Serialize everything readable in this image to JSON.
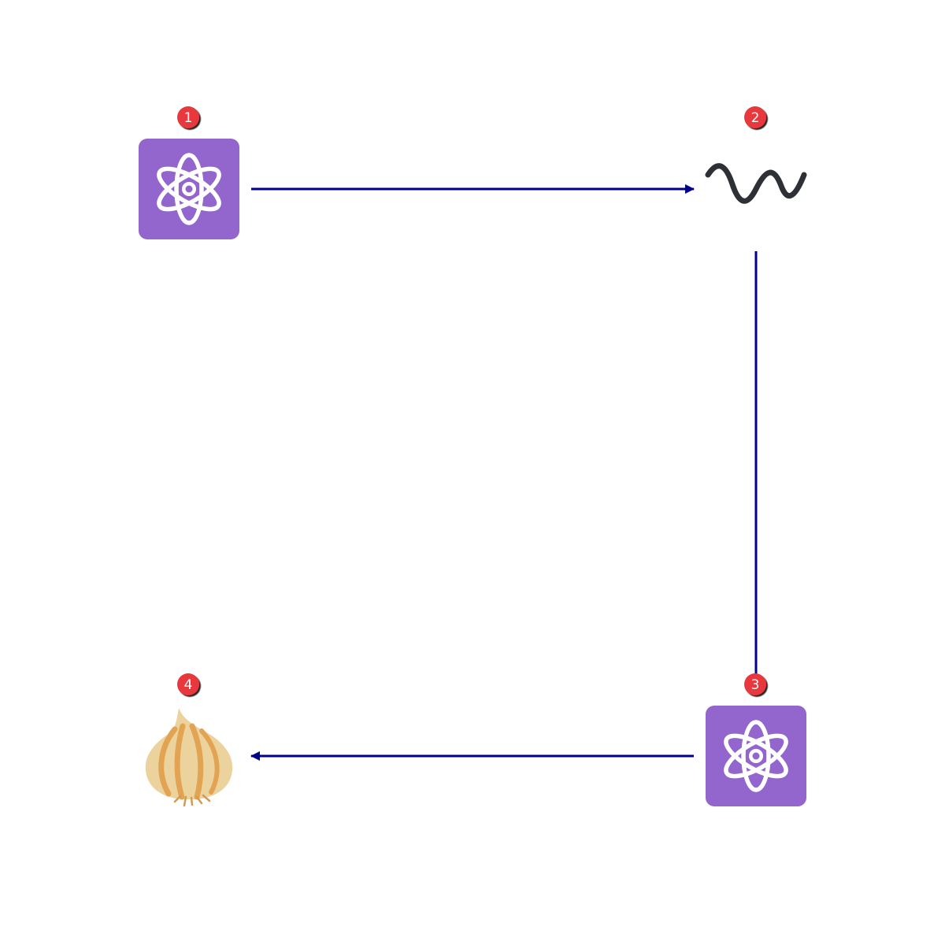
{
  "diagram": {
    "colors": {
      "background": "#ffffff",
      "edge": "#00008b",
      "badge_fill": "#e8383d",
      "badge_text": "#ffffff",
      "tile_purple": "#9266cc",
      "wave_stroke": "#2d3136",
      "onion_light": "#ecd29c",
      "onion_dark": "#e2a452"
    },
    "nodes": [
      {
        "id": "node-1",
        "badge": "1",
        "icon": "atom-icon"
      },
      {
        "id": "node-2",
        "badge": "2",
        "icon": "wave-icon"
      },
      {
        "id": "node-3",
        "badge": "3",
        "icon": "atom-icon"
      },
      {
        "id": "node-4",
        "badge": "4",
        "icon": "onion-icon"
      }
    ],
    "edges": [
      {
        "from": "node-1",
        "to": "node-2",
        "arrow": "end"
      },
      {
        "from": "node-2",
        "to": "node-3",
        "arrow": "none"
      },
      {
        "from": "node-3",
        "to": "node-4",
        "arrow": "end"
      }
    ]
  }
}
